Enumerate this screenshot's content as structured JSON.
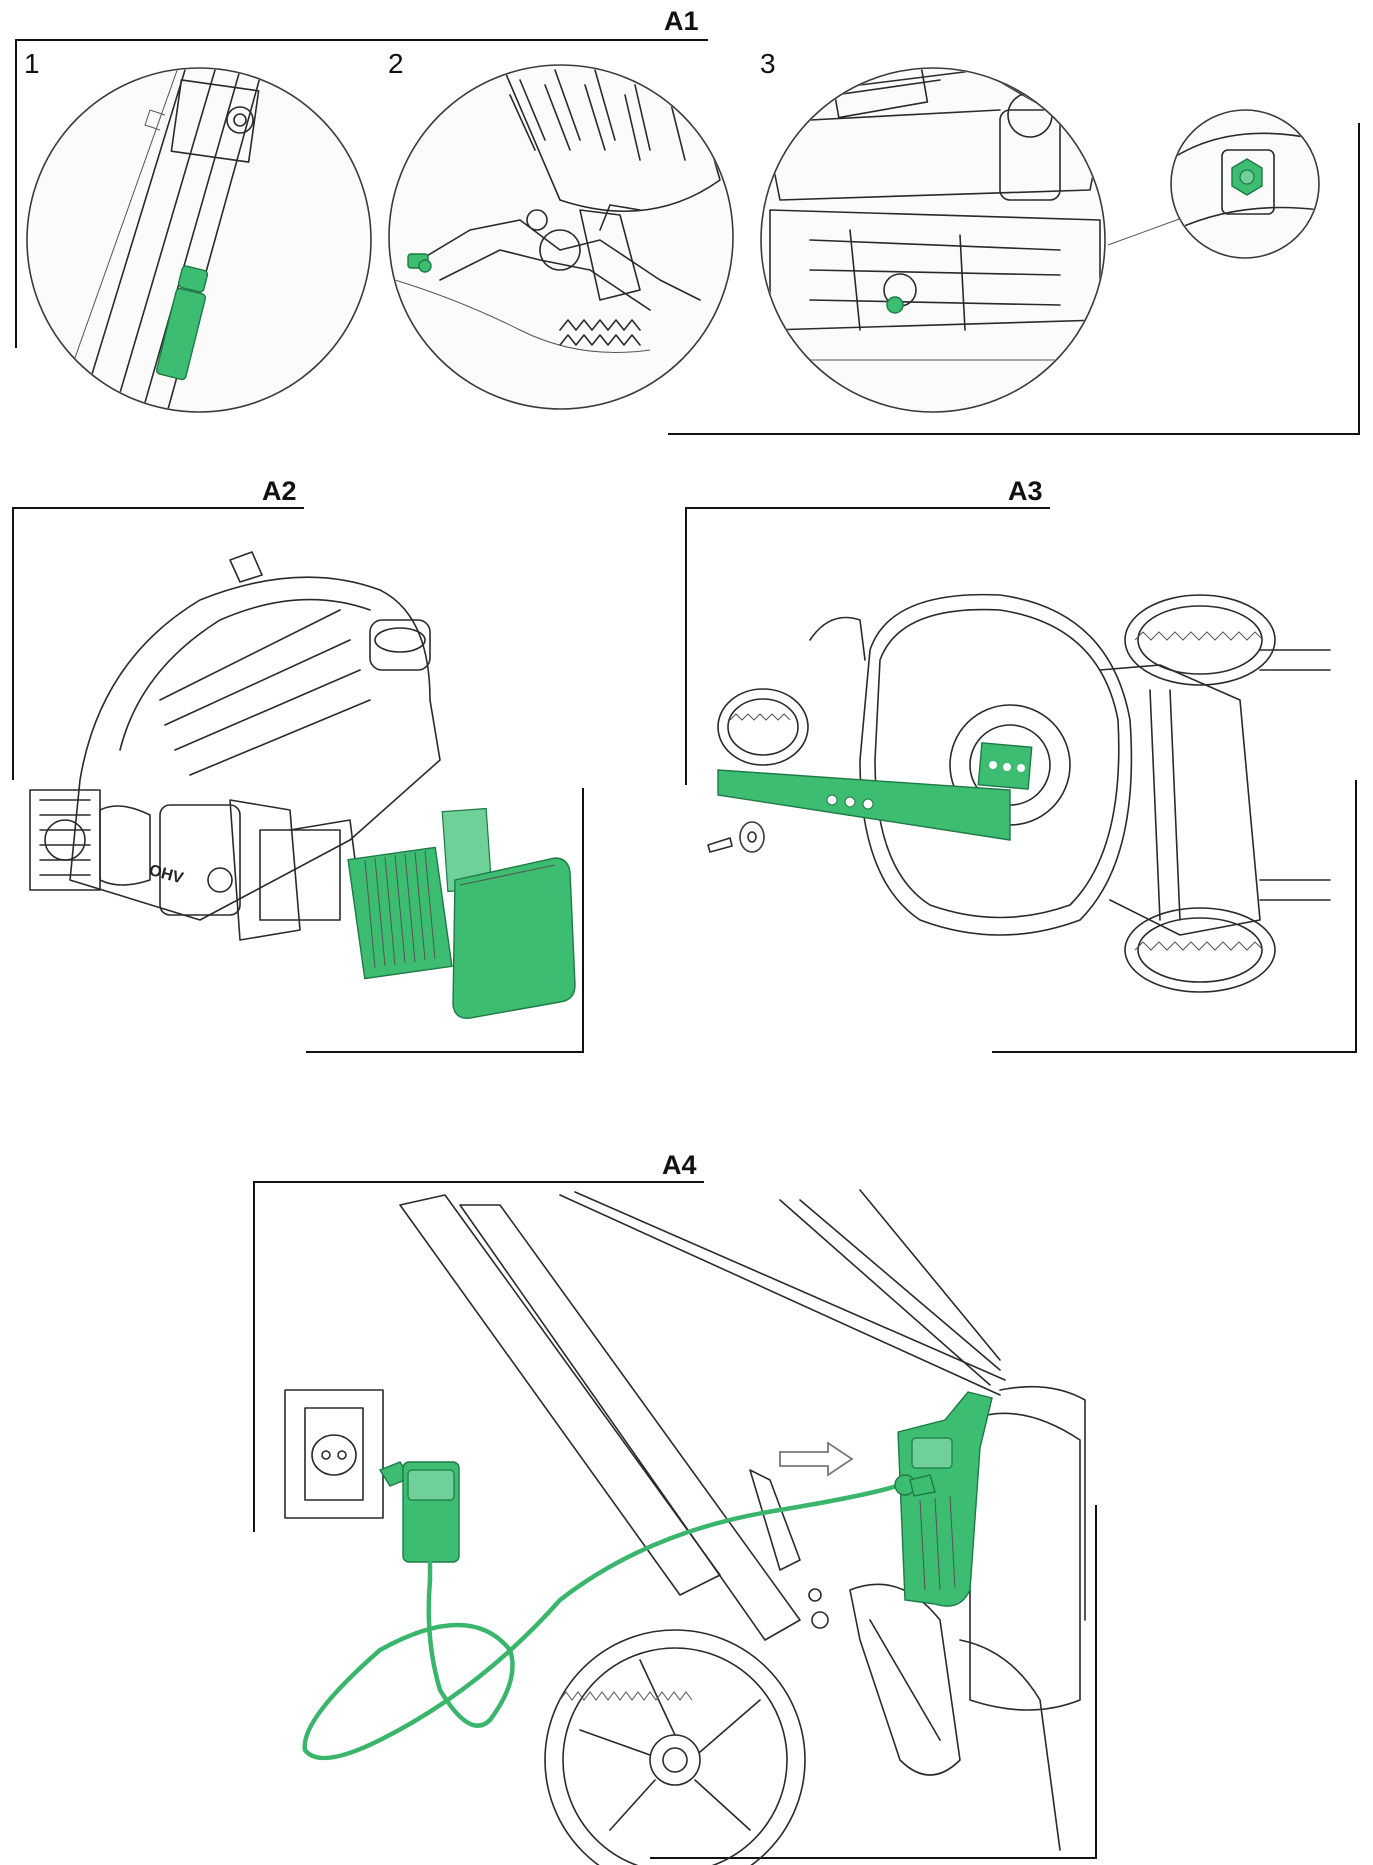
{
  "sections": [
    {
      "id": "A1",
      "title": "A1",
      "steps": [
        "1",
        "2",
        "3"
      ]
    },
    {
      "id": "A2",
      "title": "A2",
      "engine_badge": "OHV"
    },
    {
      "id": "A3",
      "title": "A3"
    },
    {
      "id": "A4",
      "title": "A4"
    }
  ],
  "colors": {
    "highlight": "#3dbd72",
    "highlight_dark": "#1d7a45",
    "line": "#2a2a2a",
    "background": "#ffffff"
  },
  "icons": [
    "throttle-cable-clip-icon",
    "cable-spring-icon",
    "engine-bolt-icon",
    "air-filter-icon",
    "mower-blade-icon",
    "battery-charger-icon",
    "wall-socket-icon",
    "arrow-right-icon"
  ]
}
